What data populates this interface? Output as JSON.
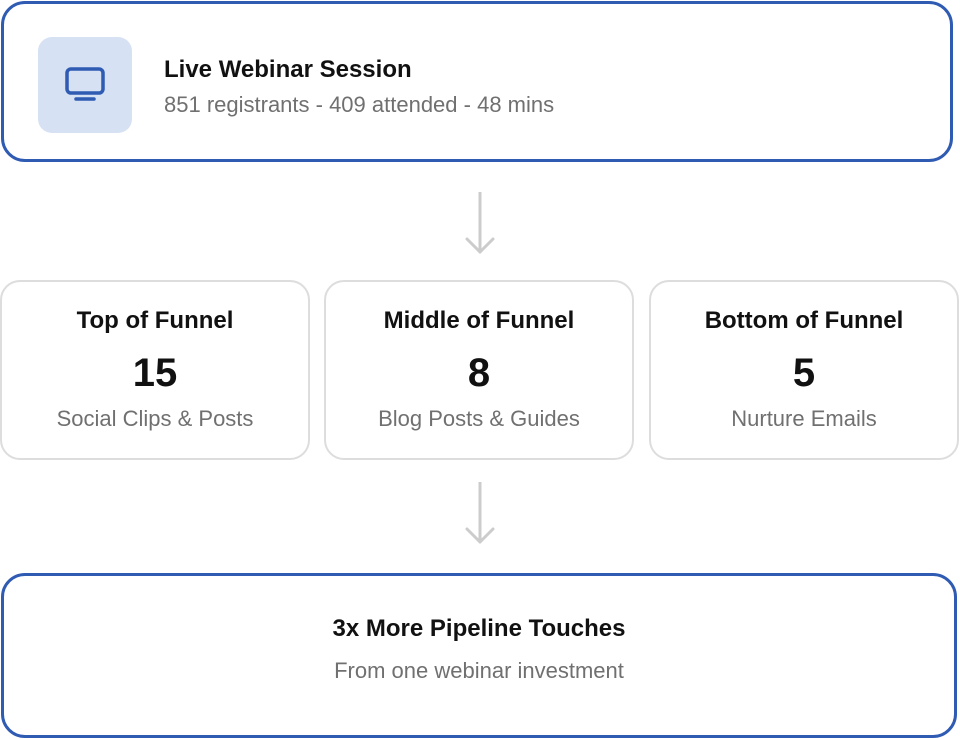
{
  "colors": {
    "accent": "#2f5bb3",
    "icon_tile_bg": "#d6e1f3",
    "muted_text": "#707070",
    "card_border": "#dddddd",
    "arrow": "#cccccc"
  },
  "source": {
    "icon": "monitor-icon",
    "title": "Live Webinar Session",
    "subtitle": "851 registrants - 409 attended - 48 mins"
  },
  "connectors": [
    {
      "icon": "arrow-down-icon"
    },
    {
      "icon": "arrow-down-icon"
    }
  ],
  "stages": [
    {
      "title": "Top of Funnel",
      "count": "15",
      "description": "Social Clips & Posts"
    },
    {
      "title": "Middle of Funnel",
      "count": "8",
      "description": "Blog Posts & Guides"
    },
    {
      "title": "Bottom of Funnel",
      "count": "5",
      "description": "Nurture Emails"
    }
  ],
  "result": {
    "title": "3x More Pipeline Touches",
    "subtitle": "From one webinar investment"
  }
}
